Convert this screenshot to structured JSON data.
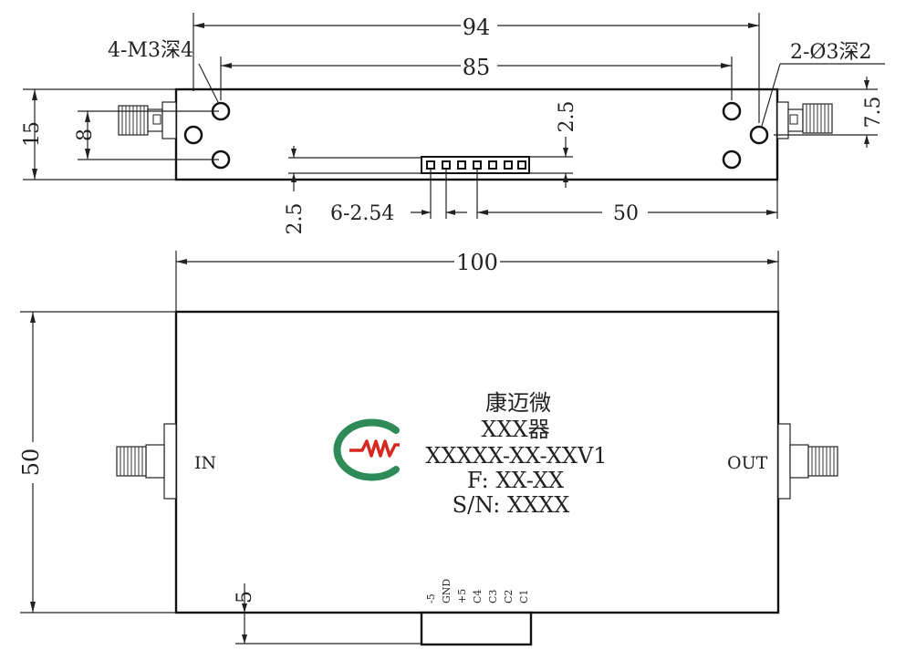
{
  "top_view": {
    "dim_94": "94",
    "dim_85": "85",
    "mounting_holes": "4-M3深4",
    "pin_holes": "2-Ø3深2",
    "dim_15": "15",
    "dim_8": "8",
    "dim_2_5_right": "2.5",
    "dim_7_5": "7.5",
    "dim_2_5_left": "2.5",
    "pin_pitch": "6-2.54",
    "dim_50": "50"
  },
  "front_view": {
    "dim_100": "100",
    "dim_50": "50",
    "dim_5": "5",
    "company": "康迈微",
    "device": "XXX器",
    "model": "XXXXX-XX-XXV1",
    "frequency": "F: XX-XX",
    "serial": "S/N: XXXX",
    "port_in": "IN",
    "port_out": "OUT",
    "pin_labels": [
      "-5",
      "GND",
      "+5",
      "C4",
      "C3",
      "C2",
      "C1"
    ]
  },
  "colors": {
    "logo_green": "#2e8b57",
    "logo_red": "#d6281e"
  }
}
